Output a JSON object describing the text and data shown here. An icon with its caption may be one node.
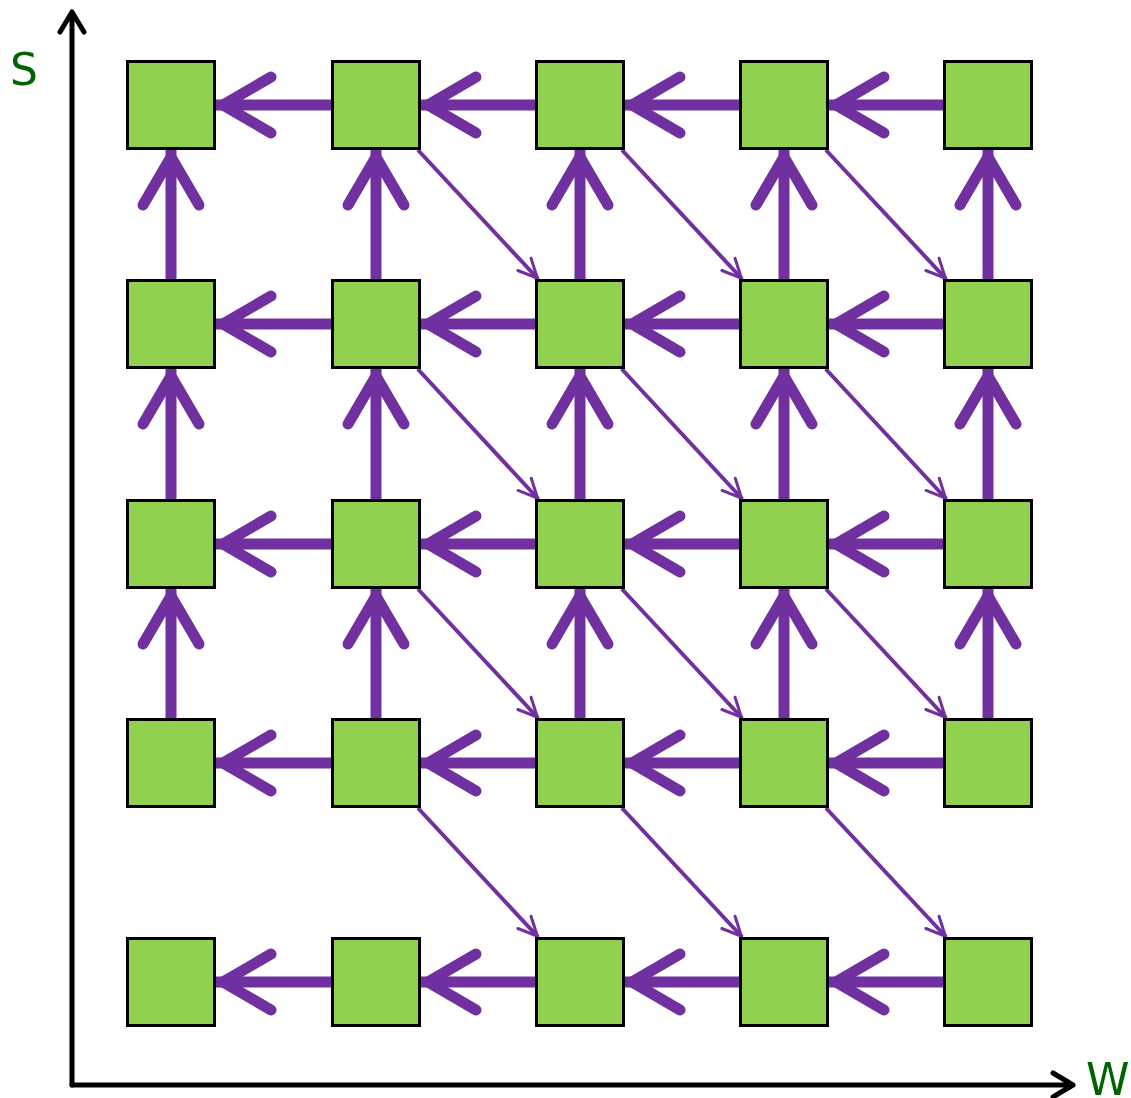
{
  "diagram": {
    "nodes": [
      {
        "text": [],
        "shape": "box"
      },
      {
        "text": [],
        "shape": "box"
      },
      {
        "text": [],
        "shape": "box"
      },
      {
        "text": [],
        "shape": "box"
      },
      {
        "text": [],
        "shape": "box"
      },
      {
        "text": [],
        "shape": "box"
      },
      {
        "text": [],
        "shape": "box"
      },
      {
        "text": [],
        "shape": "box"
      },
      {
        "text": [],
        "shape": "box"
      },
      {
        "text": [],
        "shape": "box"
      },
      {
        "text": [],
        "shape": "box"
      },
      {
        "text": [],
        "shape": "box"
      },
      {
        "text": [],
        "shape": "box"
      },
      {
        "text": [],
        "shape": "box"
      },
      {
        "text": [],
        "shape": "box"
      },
      {
        "text": [],
        "shape": "box"
      },
      {
        "text": [],
        "shape": "box"
      },
      {
        "text": [],
        "shape": "box"
      },
      {
        "text": [],
        "shape": "box"
      },
      {
        "text": [],
        "shape": "box"
      },
      {
        "text": [],
        "shape": "box"
      },
      {
        "text": [],
        "shape": "box"
      },
      {
        "text": [],
        "shape": "box"
      },
      {
        "text": [],
        "shape": "box"
      },
      {
        "text": [],
        "shape": "box"
      }
    ],
    "edges": [
      {
        "from": 1,
        "to": 0,
        "arrow": "to"
      },
      {
        "from": 2,
        "to": 1,
        "arrow": "to"
      },
      {
        "from": 3,
        "to": 2,
        "arrow": "to"
      },
      {
        "from": 4,
        "to": 3,
        "arrow": "to"
      },
      {
        "from": 6,
        "to": 5,
        "arrow": "to"
      },
      {
        "from": 7,
        "to": 6,
        "arrow": "to"
      },
      {
        "from": 8,
        "to": 7,
        "arrow": "to"
      },
      {
        "from": 9,
        "to": 8,
        "arrow": "to"
      },
      {
        "from": 11,
        "to": 10,
        "arrow": "to"
      },
      {
        "from": 12,
        "to": 11,
        "arrow": "to"
      },
      {
        "from": 13,
        "to": 12,
        "arrow": "to"
      },
      {
        "from": 14,
        "to": 13,
        "arrow": "to"
      },
      {
        "from": 16,
        "to": 15,
        "arrow": "to"
      },
      {
        "from": 17,
        "to": 16,
        "arrow": "to"
      },
      {
        "from": 18,
        "to": 17,
        "arrow": "to"
      },
      {
        "from": 19,
        "to": 18,
        "arrow": "to"
      },
      {
        "from": 21,
        "to": 20,
        "arrow": "to"
      },
      {
        "from": 22,
        "to": 21,
        "arrow": "to"
      },
      {
        "from": 23,
        "to": 22,
        "arrow": "to"
      },
      {
        "from": 24,
        "to": 23,
        "arrow": "to"
      },
      {
        "from": 5,
        "to": 0,
        "arrow": "to"
      },
      {
        "from": 6,
        "to": 1,
        "arrow": "to"
      },
      {
        "from": 7,
        "to": 2,
        "arrow": "to"
      },
      {
        "from": 8,
        "to": 3,
        "arrow": "to"
      },
      {
        "from": 9,
        "to": 4,
        "arrow": "to"
      },
      {
        "from": 10,
        "to": 5,
        "arrow": "to"
      },
      {
        "from": 11,
        "to": 6,
        "arrow": "to"
      },
      {
        "from": 12,
        "to": 7,
        "arrow": "to"
      },
      {
        "from": 13,
        "to": 8,
        "arrow": "to"
      },
      {
        "from": 14,
        "to": 9,
        "arrow": "to"
      },
      {
        "from": 15,
        "to": 10,
        "arrow": "to"
      },
      {
        "from": 16,
        "to": 11,
        "arrow": "to"
      },
      {
        "from": 17,
        "to": 12,
        "arrow": "to"
      },
      {
        "from": 18,
        "to": 13,
        "arrow": "to"
      },
      {
        "from": 19,
        "to": 14,
        "arrow": "to"
      },
      {
        "from": 1,
        "to": 7,
        "arrow": "to"
      },
      {
        "from": 2,
        "to": 8,
        "arrow": "to"
      },
      {
        "from": 3,
        "to": 9,
        "arrow": "to"
      },
      {
        "from": 6,
        "to": 12,
        "arrow": "to"
      },
      {
        "from": 7,
        "to": 13,
        "arrow": "to"
      },
      {
        "from": 8,
        "to": 14,
        "arrow": "to"
      },
      {
        "from": 11,
        "to": 17,
        "arrow": "to"
      },
      {
        "from": 12,
        "to": 18,
        "arrow": "to"
      },
      {
        "from": 13,
        "to": 19,
        "arrow": "to"
      },
      {
        "from": 16,
        "to": 22,
        "arrow": "to"
      },
      {
        "from": 17,
        "to": 23,
        "arrow": "to"
      },
      {
        "from": 18,
        "to": 24,
        "arrow": "to"
      }
    ],
    "labels": [
      "S",
      "W"
    ]
  }
}
